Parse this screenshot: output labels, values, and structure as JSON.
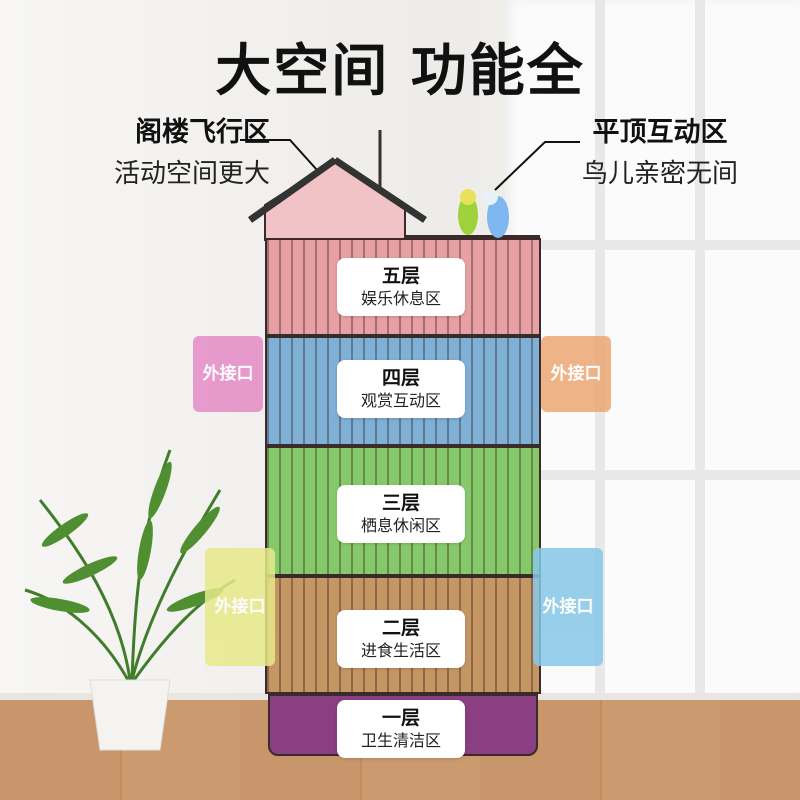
{
  "title": "大空间 功能全",
  "callouts": {
    "attic": {
      "title": "阁楼飞行区",
      "subtitle": "活动空间更大"
    },
    "top": {
      "title": "平顶互动区",
      "subtitle": "鸟儿亲密无间"
    }
  },
  "floors": [
    {
      "level": "五层",
      "name": "娱乐休息区",
      "color": "#e7a0a4"
    },
    {
      "level": "四层",
      "name": "观赏互动区",
      "color": "#7fb0d6"
    },
    {
      "level": "三层",
      "name": "栖息休闲区",
      "color": "#86c96a"
    },
    {
      "level": "二层",
      "name": "进食生活区",
      "color": "#c49664"
    },
    {
      "level": "一层",
      "name": "卫生清洁区",
      "color": "#8a3f82"
    }
  ],
  "ports": {
    "label": "外接口",
    "colors": {
      "pink": "#e58cc6",
      "orange": "#eca772",
      "yellow": "#e7e98a",
      "blue": "#86c8e8"
    }
  },
  "colors": {
    "roof": "#f1c3c7"
  }
}
